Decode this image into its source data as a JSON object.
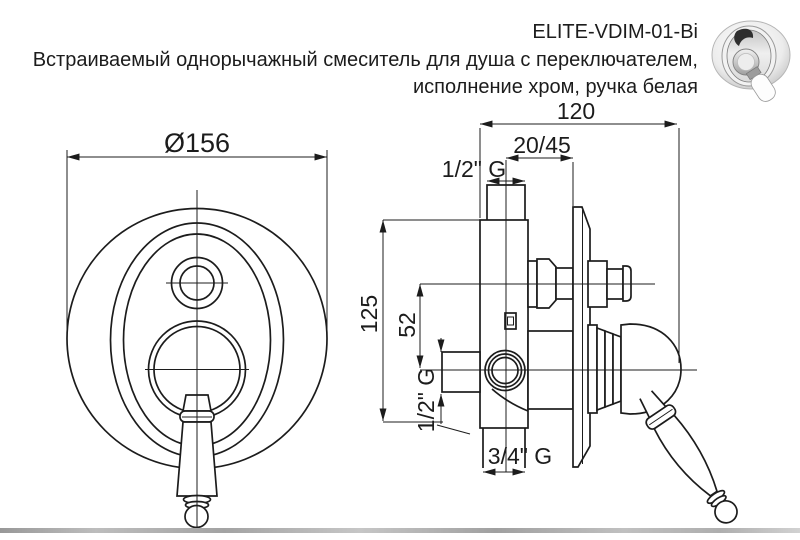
{
  "product": {
    "code": "ELITE-VDIM-01-Bi",
    "description_line1": "Встраиваемый однорычажный смеситель для душа с переключателем,",
    "description_line2": "исполнение хром, ручка белая"
  },
  "dimensions": {
    "front_diameter": "Ø156",
    "overall_depth": "120",
    "install_depth_range": "20/45",
    "top_outlet_thread": "1/2\" G",
    "body_height": "125",
    "axis_distance": "52",
    "side_inlet_thread": "1/2\" G",
    "bottom_inlet_thread": "3/4\" G"
  },
  "colors": {
    "line": "#1c1c1c",
    "background": "#ffffff"
  }
}
